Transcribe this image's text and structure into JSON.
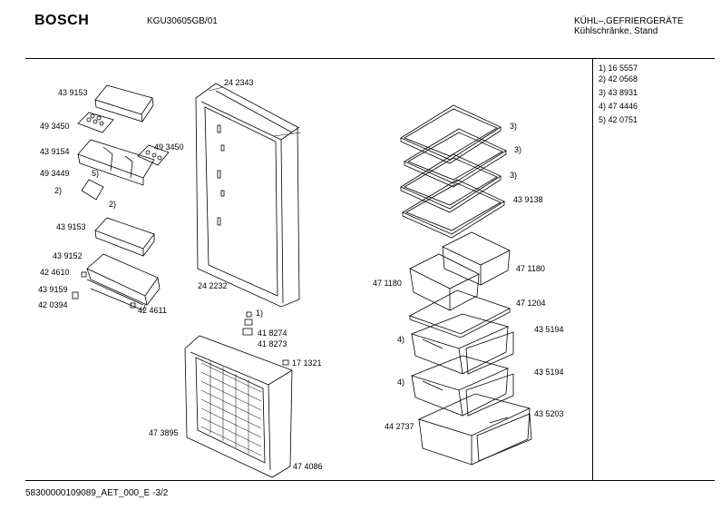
{
  "header": {
    "brand": "BOSCH",
    "model": "KGU30605GB/01",
    "category_line1": "KÜHL–,GEFRIERGERÄTE",
    "category_line2": "Kühlschränke, Stand"
  },
  "footer": {
    "document_id": "58300000109089_AET_000_E  -3/2"
  },
  "legend": [
    "1)  16 5557",
    "2)  42 0568",
    "3)  43 8931",
    "4)  47 4446",
    "5)  42 0751"
  ],
  "parts": {
    "p1": "43 9153",
    "p2": "49 3450",
    "p3": "43 9154",
    "p4": "49 3450",
    "p5": "49 3449",
    "p6": "5)",
    "p7": "2)",
    "p8": "2)",
    "p9": "43 9153",
    "p10": "43 9152",
    "p11": "42 4610",
    "p12": "43 9159",
    "p13": "42 0394",
    "p14": "42 4611",
    "p15": "24 2343",
    "p16": "24 2232",
    "p17": "1)",
    "p18": "41 8274",
    "p19": "41 8273",
    "p20": "17 1321",
    "p21": "47 3895",
    "p22": "47 4086",
    "p23": "3)",
    "p24": "3)",
    "p25": "3)",
    "p26": "43 9138",
    "p27": "47 1180",
    "p28": "47 1180",
    "p29": "47 1204",
    "p30": "4)",
    "p31": "43 5194",
    "p32": "4)",
    "p33": "43 5194",
    "p34": "44 2737",
    "p35": "43 5203"
  }
}
